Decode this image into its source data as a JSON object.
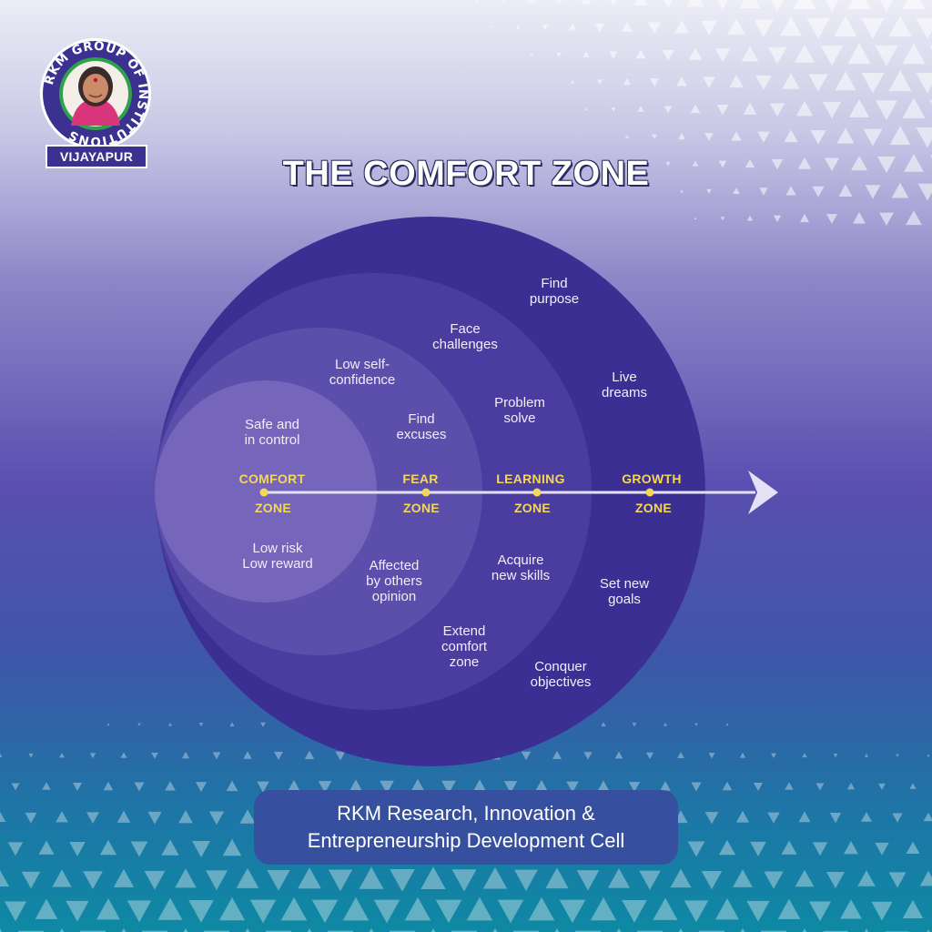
{
  "logo": {
    "ring_text": "RKM GROUP OF INSTITUTIONS",
    "banner": "VIJAYAPUR",
    "colors": {
      "ring": "#3b3190",
      "accent": "#2da24a"
    }
  },
  "title": "THE COMFORT ZONE",
  "zones": [
    {
      "top": "COMFORT",
      "bottom": "ZONE"
    },
    {
      "top": "FEAR",
      "bottom": "ZONE"
    },
    {
      "top": "LEARNING",
      "bottom": "ZONE"
    },
    {
      "top": "GROWTH",
      "bottom": "ZONE"
    }
  ],
  "labels": {
    "comfort": [
      "Safe and\nin control",
      "Low risk\nLow reward"
    ],
    "fear": [
      "Low self-\nconfidence",
      "Find\nexcuses",
      "Affected\nby others\nopinion"
    ],
    "learning": [
      "Face\nchallenges",
      "Problem\nsolve",
      "Acquire\nnew skills",
      "Extend\ncomfort\nzone"
    ],
    "growth": [
      "Find\npurpose",
      "Live\ndreams",
      "Set new\ngoals",
      "Conquer\nobjectives"
    ]
  },
  "colors": {
    "growth": "#3b2f93",
    "learning": "#4a3d9f",
    "fear": "#5c4fac",
    "comfort": "#7565bb",
    "zone_label": "#f4d75a",
    "arrow": "#e4e1f4"
  },
  "footer": {
    "line1": "RKM Research, Innovation &",
    "line2": "Entrepreneurship Development Cell"
  }
}
